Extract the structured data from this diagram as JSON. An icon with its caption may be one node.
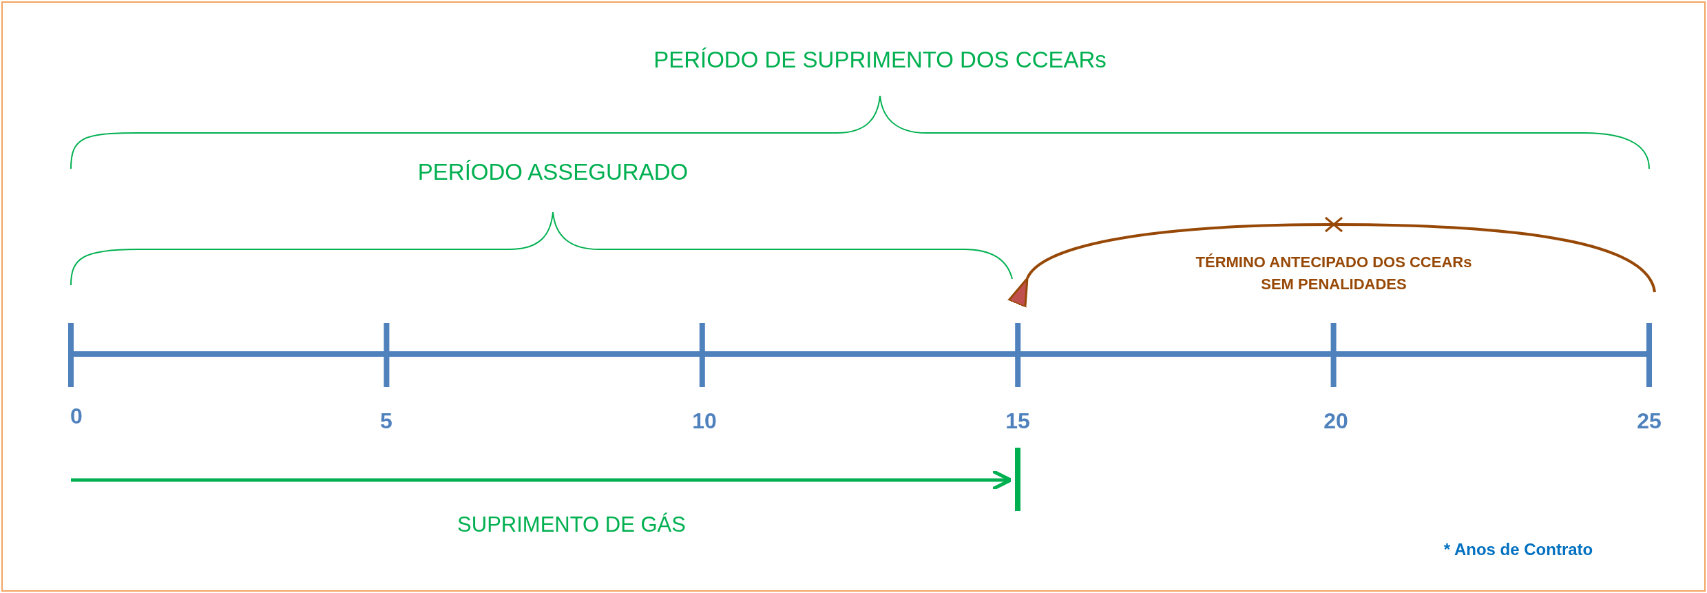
{
  "diagram": {
    "labels": [
      "PERÍODO DE SUPRIMENTO DOS CCEARs",
      "PERÍODO ASSEGURADO",
      "TÉRMINO ANTECIPADO DOS CCEARs SEM PENALIDADES",
      "0",
      "5",
      "10",
      "15",
      "20",
      "25",
      "SUPRIMENTO DE GÁS",
      "* Anos de Contrato"
    ]
  }
}
